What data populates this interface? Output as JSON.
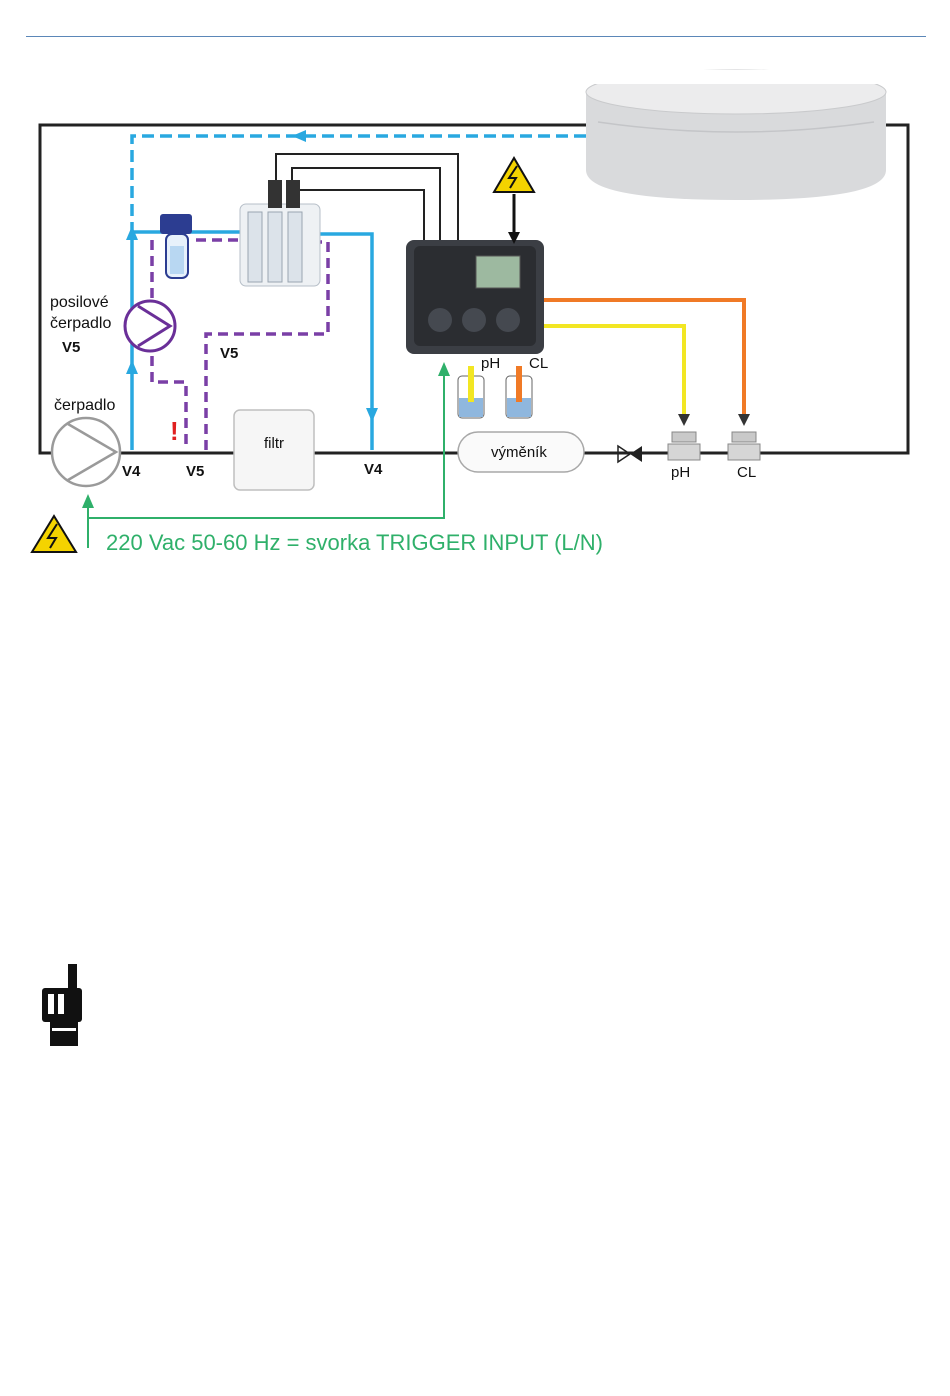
{
  "labels": {
    "booster_pump": [
      "posilové",
      "čerpadlo"
    ],
    "booster_valve": "V5",
    "main_pump": "čerpadlo",
    "valve_v4_left": "V4",
    "valve_v5_bottom": "V5",
    "valve_v5_mid": "V5",
    "valve_v4_right": "V4",
    "filter": "filtr",
    "exchanger": "výměník",
    "tank_ph": "pH",
    "tank_cl": "CL",
    "probe_ph": "pH",
    "probe_cl": "CL",
    "warning_mark": "!",
    "trigger_note": "220 Vac 50-60 Hz = svorka TRIGGER INPUT (L/N)"
  },
  "colors": {
    "water": "#29a8e0",
    "dashed_bypass": "#7a3fa6",
    "trigger_wire": "#2fb06a",
    "ph_line": "#f2e623",
    "cl_line": "#f07a26",
    "frame": "#222222",
    "warning": "#f4d300",
    "alert": "#e02020"
  },
  "icons": [
    "warning-electric-icon",
    "pointing-hand-icon",
    "check-valve-icon",
    "pump-icon"
  ]
}
